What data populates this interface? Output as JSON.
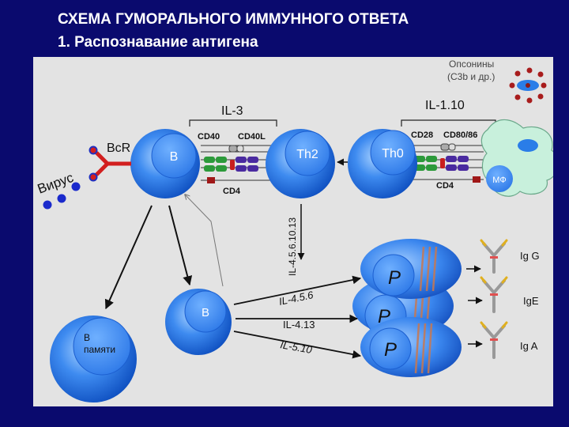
{
  "title": "СХЕМА ГУМОРАЛЬНОГО ИММУННОГО ОТВЕТА",
  "subtitle": "1. Распознавание антигена",
  "colors": {
    "background": "#0a0a6e",
    "panel": "#e3e3e3",
    "cell": "#1f6fe0",
    "nucleus": "#4a95f0",
    "receptor": "#d21f1f",
    "macrophage": "#c8f0dc",
    "plasma_band": "#c87850"
  },
  "labels": {
    "opsonins_line1": "Опсонины",
    "opsonins_line2": "(С3b и др.)",
    "il3": "IL-3",
    "il110": "IL-1.10",
    "cd40": "CD40",
    "cd40l": "CD40L",
    "cd4_left": "CD4",
    "cd28": "CD28",
    "cd8086": "CD80/86",
    "cd4_right": "CD4",
    "bcr": "BcR",
    "virus": "Вирус",
    "il_vertical": "IL-4.5.6.10.13",
    "il456": "IL-4.5.6",
    "il413": "IL-4.13",
    "il510": "IL-5.10"
  },
  "cells": {
    "b_top": "B",
    "th2": "Th2",
    "th0": "Th0",
    "macrophage": "МФ",
    "b_mid": "B",
    "b_memory_line1": "B",
    "b_memory_line2": "памяти",
    "plasma": [
      "P",
      "P",
      "P"
    ]
  },
  "antibodies": [
    "Ig G",
    "IgE",
    "Ig A"
  ],
  "icons": [
    "antibody-icon",
    "virus-particle-icon",
    "opsonin-particle-icon",
    "arrow-icon"
  ]
}
